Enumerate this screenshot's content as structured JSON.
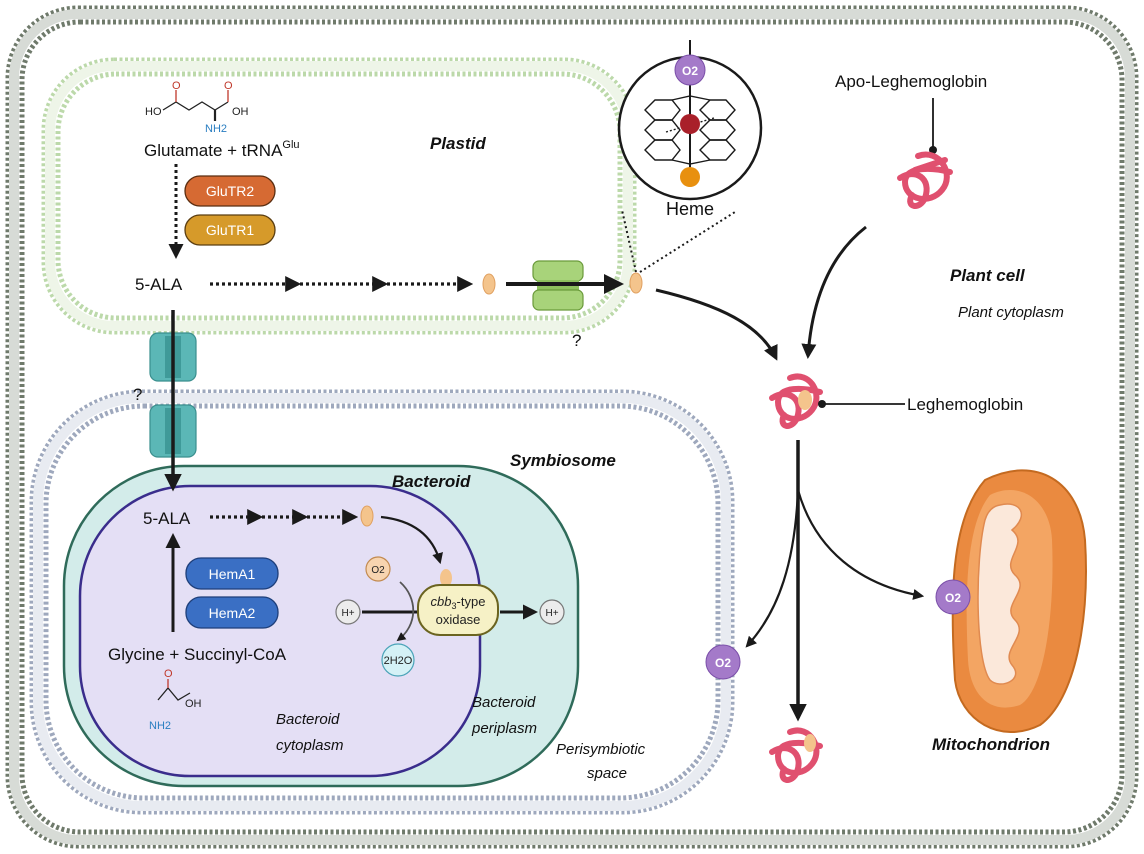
{
  "compartments": {
    "plant_cell": "Plant cell",
    "plant_cytoplasm": "Plant cytoplasm",
    "plastid": "Plastid",
    "symbiosome": "Symbiosome",
    "bacteroid": "Bacteroid",
    "bacteroid_cytoplasm_l1": "Bacteroid",
    "bacteroid_cytoplasm_l2": "cytoplasm",
    "bacteroid_periplasm_l1": "Bacteroid",
    "bacteroid_periplasm_l2": "periplasm",
    "perisymbiotic_l1": "Perisymbiotic",
    "perisymbiotic_l2": "space",
    "mitochondrion": "Mitochondrion"
  },
  "plastid_pathway": {
    "substrate": "Glutamate + tRNA",
    "substrate_sup": "Glu",
    "enzymes": [
      "GluTR2",
      "GluTR1"
    ],
    "product": "5-ALA",
    "unknown_transporter_1": "?",
    "unknown_transporter_2": "?"
  },
  "bacteroid_pathway": {
    "substrate": "Glycine + Succinyl-CoA",
    "enzymes": [
      "HemA1",
      "HemA2"
    ],
    "product": "5-ALA",
    "oxidase_l1_italic": "cbb",
    "oxidase_l1_sub": "3",
    "oxidase_l1_rest": "-type",
    "oxidase_l2": "oxidase",
    "o2": "O2",
    "h_plus_in": "H+",
    "h_plus_out": "H+",
    "water": "2H2O"
  },
  "heme": {
    "label": "Heme",
    "o2": "O2"
  },
  "proteins": {
    "apo": "Apo-Leghemoglobin",
    "holo": "Leghemoglobin"
  },
  "molecules": {
    "glutamate": {
      "ho": "HO",
      "oh": "OH",
      "o": "O",
      "nh2": "NH2"
    },
    "glycine": {
      "oh": "OH",
      "o": "O",
      "nh2": "NH2"
    },
    "o2_symbiosome": "O2",
    "o2_mito": "O2"
  },
  "colors": {
    "plant_membrane": "#6f7a6b",
    "plastid_membrane": "#bcd9aa",
    "symbiosome_membrane": "#9ea8bd",
    "bacteroid_periplasm": "#d3ecea",
    "bacteroid_cytoplasm": "#e4dff5",
    "glutr2": "#d66a33",
    "glutr1": "#d69a2a",
    "hema": "#3a6fc4",
    "leghemoglobin": "#e0506f",
    "heme_group": "#f4c48c",
    "o2": "#a47ac9",
    "transporter_plastid": "#a8d37a",
    "transporter_teal": "#5bb7b6",
    "mitochondrion": "#ea8a40",
    "oxidase": "#f6f1c6"
  }
}
